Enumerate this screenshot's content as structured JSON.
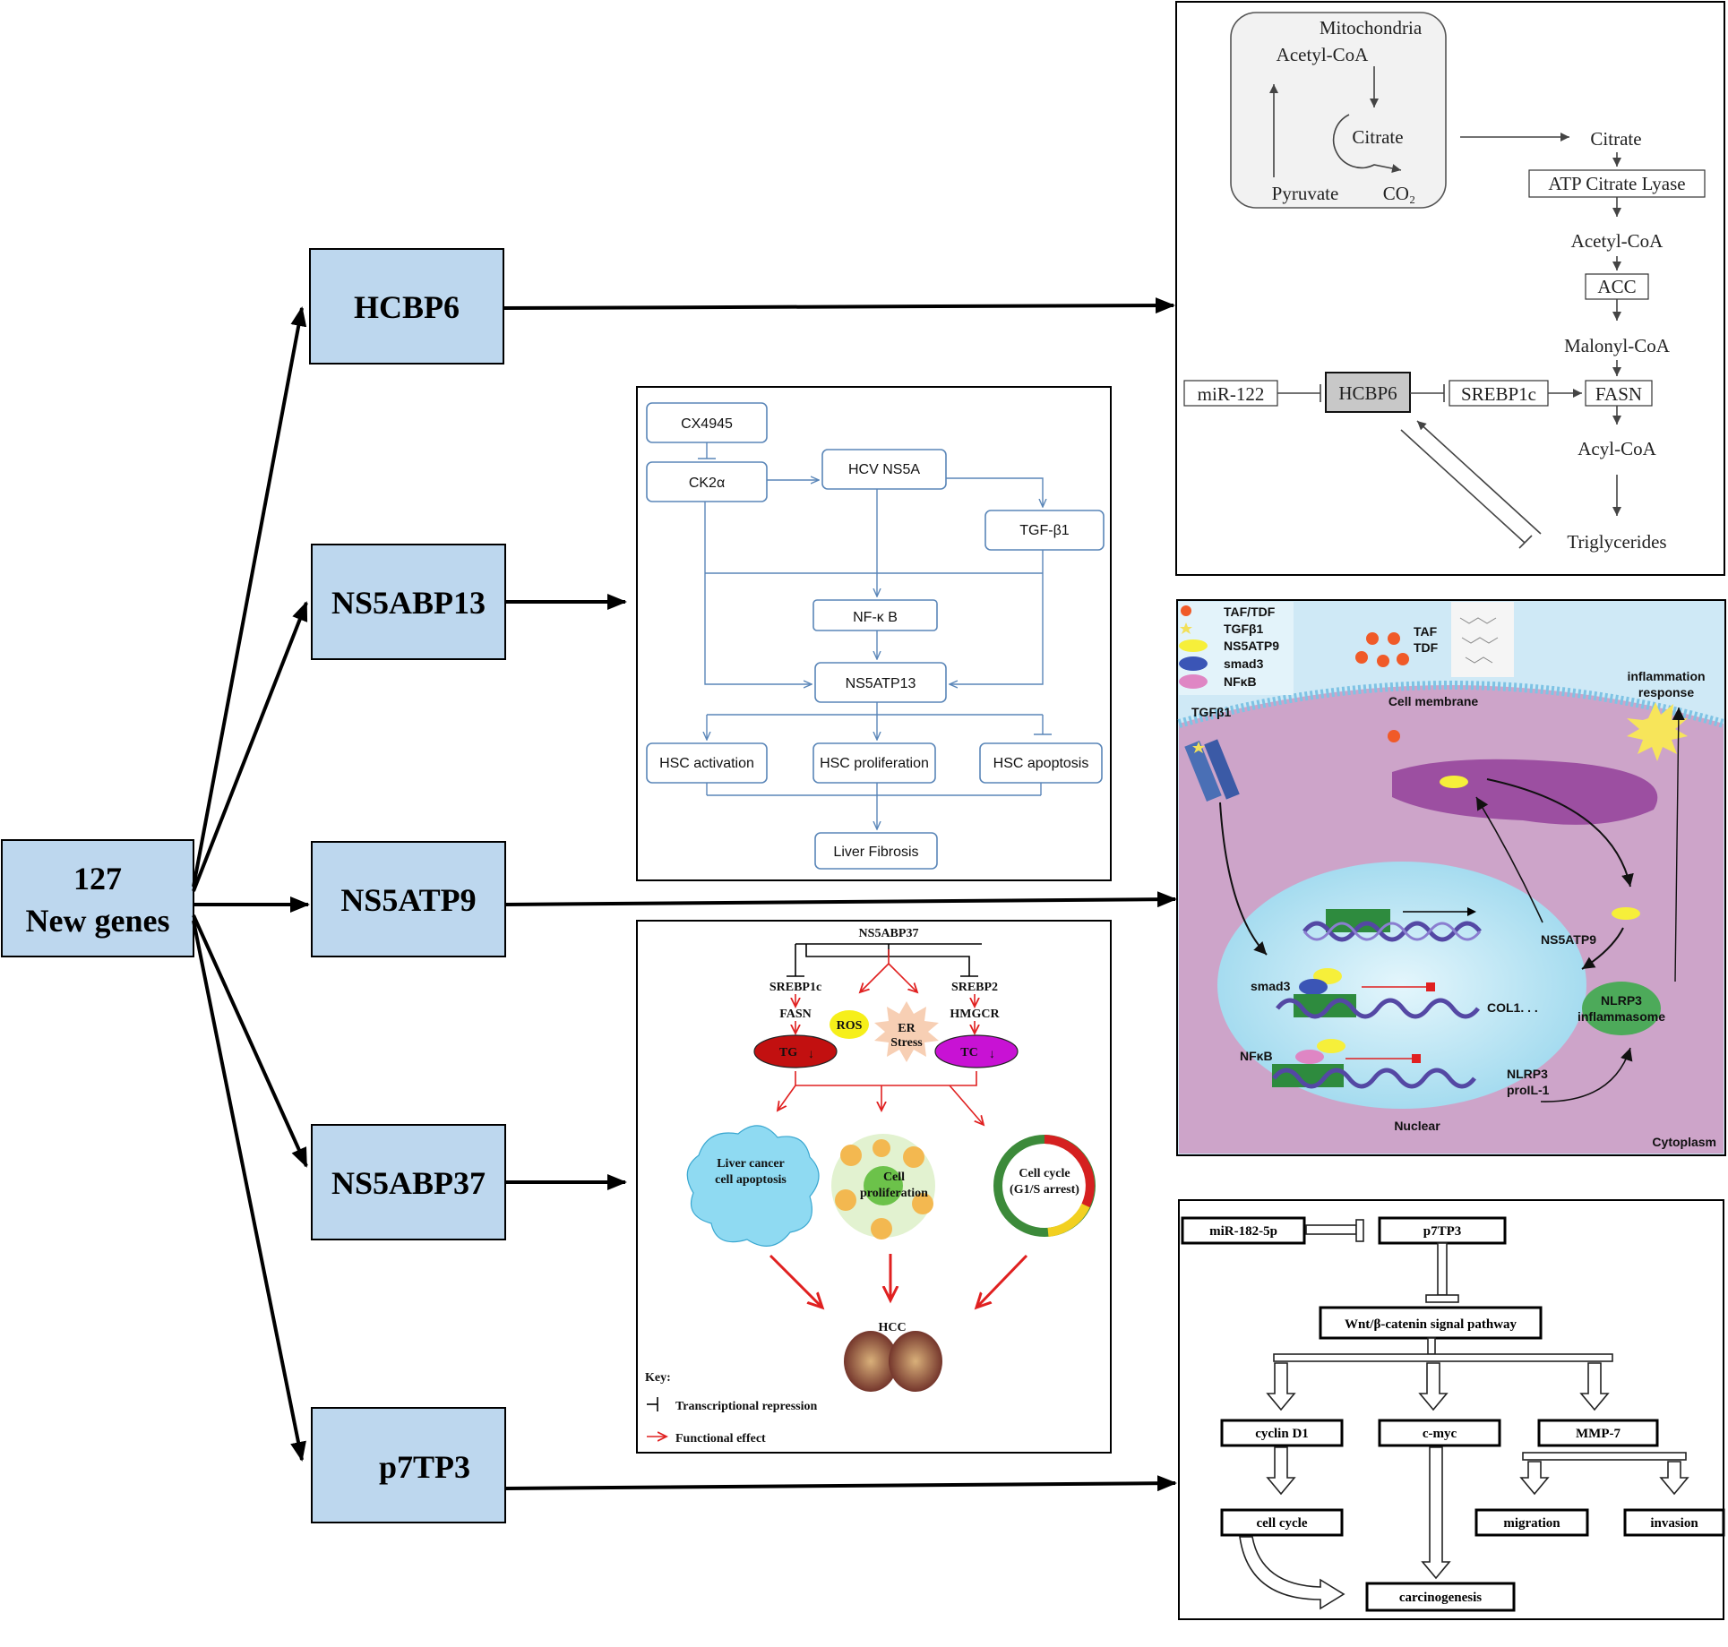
{
  "center": {
    "line1": "127",
    "line2": "New genes"
  },
  "genes": [
    "HCBP6",
    "NS5ABP13",
    "NS5ATP9",
    "NS5ABP37",
    "p7TP3"
  ],
  "panel_hcbp6": {
    "mitochondria": "Mitochondria",
    "acetyl_coa_mito": "Acetyl-CoA",
    "citrate_mito": "Citrate",
    "pyruvate": "Pyruvate",
    "co2": "CO₂",
    "citrate": "Citrate",
    "atp_citrate_lyase": "ATP Citrate Lyase",
    "acetyl_coa": "Acetyl-CoA",
    "acc": "ACC",
    "malonyl_coa": "Malonyl-CoA",
    "mir122": "miR-122",
    "hcbp6": "HCBP6",
    "srebp1c": "SREBP1c",
    "fasn": "FASN",
    "acyl_coa": "Acyl-CoA",
    "triglycerides": "Triglycerides"
  },
  "panel_ns5abp13": {
    "cx4945": "CX4945",
    "ck2a": "CK2α",
    "hcv_ns5a": "HCV NS5A",
    "tgfb1": "TGF-β1",
    "nfkb": "NF-κ B",
    "ns5atp13": "NS5ATP13",
    "hsc_activation": "HSC activation",
    "hsc_proliferation": "HSC proliferation",
    "hsc_apoptosis": "HSC apoptosis",
    "liver_fibrosis": "Liver Fibrosis"
  },
  "panel_ns5atp9": {
    "legend": [
      "TAF/TDF",
      "TGFβ1",
      "NS5ATP9",
      "smad3",
      "NFκB"
    ],
    "taf": "TAF",
    "tdf": "TDF",
    "cell_membrane": "Cell membrane",
    "tgfb1": "TGFβ1",
    "inflammation1": "inflammation",
    "inflammation2": "response",
    "ns5atp9": "NS5ATP9",
    "smad3": "smad3",
    "col1": "COL1. . .",
    "nfkb": "NFκB",
    "nlrp3": "NLRP3",
    "proil1": "proIL-1",
    "nlrp3_infl1": "NLRP3",
    "nlrp3_infl2": "inflammasome",
    "nuclear": "Nuclear",
    "cytoplasm": "Cytoplasm"
  },
  "panel_ns5abp37": {
    "title": "NS5ABP37",
    "srebp1c": "SREBP1c",
    "fasn": "FASN",
    "srebp2": "SREBP2",
    "hmgcr": "HMGCR",
    "ros": "ROS",
    "er1": "ER",
    "er2": "Stress",
    "tg": "TG",
    "tc": "TC",
    "apoptosis1": "Liver cancer",
    "apoptosis2": "cell apoptosis",
    "prolif1": "Cell",
    "prolif2": "proliferation",
    "cycle1": "Cell cycle",
    "cycle2": "(G1/S arrest)",
    "hcc": "HCC",
    "key": "Key:",
    "key_repression": "Transcriptional repression",
    "key_functional": "Functional effect"
  },
  "panel_p7tp3": {
    "mir182": "miR-182-5p",
    "p7tp3": "p7TP3",
    "wnt": "Wnt/β-catenin signal pathway",
    "cyclin_d1": "cyclin D1",
    "cmyc": "c-myc",
    "mmp7": "MMP-7",
    "cell_cycle": "cell cycle",
    "migration": "migration",
    "invasion": "invasion",
    "carcinogenesis": "carcinogenesis"
  },
  "colors": {
    "gene_box": "#bdd7ee",
    "panel_bg": "#cda4c9",
    "nucleus": "#bfe7f5",
    "accent_red": "#e02020",
    "blue_line": "#5a86b8"
  }
}
